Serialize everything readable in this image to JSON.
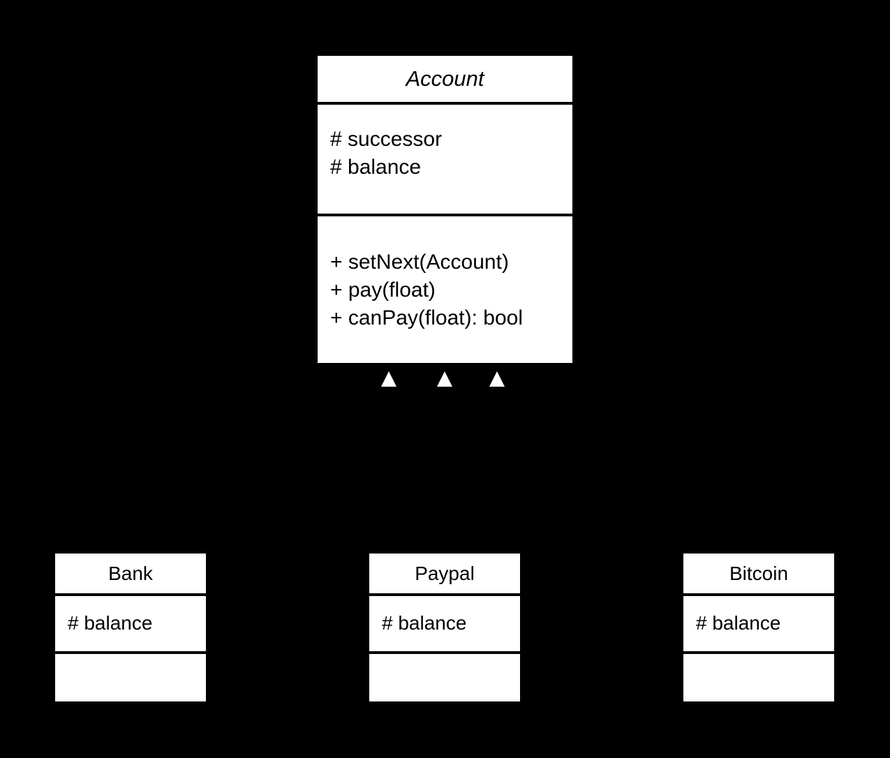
{
  "diagram": {
    "type": "uml-class-diagram",
    "background_color": "#000000",
    "box_fill_color": "#ffffff",
    "line_color": "#000000",
    "arrow_color": "#ffffff"
  },
  "classes": {
    "account": {
      "name": "Account",
      "stereotype": "abstract",
      "is_abstract": true,
      "attributes": [
        "# successor",
        "# balance"
      ],
      "operations": [
        "+ setNext(Account)",
        "+ pay(float)",
        "+ canPay(float): bool"
      ]
    },
    "bank": {
      "name": "Bank",
      "is_abstract": false,
      "attributes": [
        "# balance"
      ],
      "operations": []
    },
    "paypal": {
      "name": "Paypal",
      "is_abstract": false,
      "attributes": [
        "# balance"
      ],
      "operations": []
    },
    "bitcoin": {
      "name": "Bitcoin",
      "is_abstract": false,
      "attributes": [
        "# balance"
      ],
      "operations": []
    }
  },
  "relationships": [
    {
      "type": "generalization",
      "from": "Bank",
      "to": "Account"
    },
    {
      "type": "generalization",
      "from": "Paypal",
      "to": "Account"
    },
    {
      "type": "generalization",
      "from": "Bitcoin",
      "to": "Account"
    }
  ]
}
